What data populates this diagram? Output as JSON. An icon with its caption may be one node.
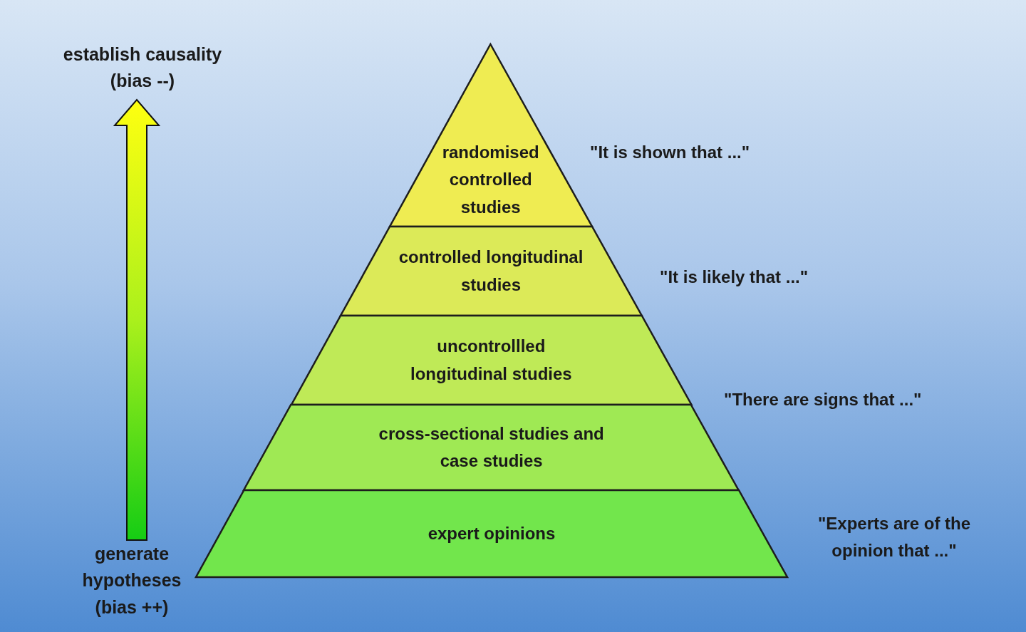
{
  "diagram": {
    "nodes": [
      {
        "text": [
          "establish causality (bias --)"
        ]
      },
      {
        "text": [
          "generate hypotheses (bias ++)"
        ]
      },
      {
        "text": [
          "randomised controlled studies"
        ]
      },
      {
        "text": [
          "controlled longitudinal studies"
        ]
      },
      {
        "text": [
          "uncontrollled longitudinal studies"
        ]
      },
      {
        "text": [
          "cross-sectional studies and case studies"
        ]
      },
      {
        "text": [
          "expert opinions"
        ]
      }
    ],
    "edges": [
      {
        "from": 1,
        "to": 0,
        "arrow": "to",
        "style": "thick"
      }
    ],
    "labels": [
      "\"It is shown that ...\"",
      "\"It is likely that ...\"",
      "\"There are signs that ...\"",
      "\"Experts are of the opinion that ...\""
    ]
  }
}
